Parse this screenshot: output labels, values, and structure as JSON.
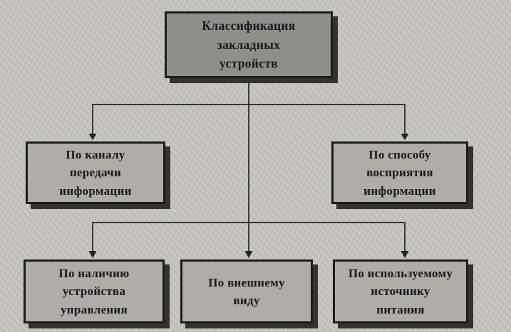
{
  "diagram": {
    "kind": "hierarchy-flowchart",
    "title": "Классификация закладных устройств",
    "colors": {
      "background": "#c9c8c2",
      "box_fill": "#aeada7",
      "root_fill": "#8f8f8a",
      "border": "#1c1c19",
      "shadow": "#33322d",
      "line": "#232320",
      "text": "#17171a"
    },
    "nodes": {
      "root": {
        "label": "Классификация\nзакладных\nустройств"
      },
      "level2": [
        {
          "label": "По каналу\nпередачи\nинформации"
        },
        {
          "label": "По способу\nвосприятия\nинформации"
        }
      ],
      "level3": [
        {
          "label": "По наличию\nустройства\nуправления"
        },
        {
          "label": "По внешнему\nвиду"
        },
        {
          "label": "По используемому\nисточнику\nпитания"
        }
      ]
    },
    "edges": [
      "root -> level2.0",
      "root -> level2.1",
      "root -> level3.0",
      "root -> level3.1",
      "root -> level3.2"
    ]
  }
}
